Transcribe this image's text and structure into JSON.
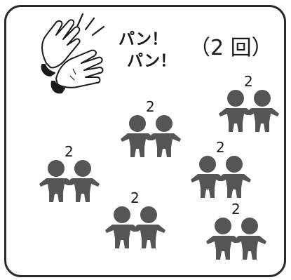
{
  "header": {
    "sound_line_1": "パン！",
    "sound_line_2": "パン！",
    "count": "（2 回）"
  },
  "pairs": [
    {
      "number": "2"
    },
    {
      "number": "2"
    },
    {
      "number": "2"
    },
    {
      "number": "2"
    },
    {
      "number": "2"
    },
    {
      "number": "2"
    }
  ],
  "icons": {
    "clap": "clapping-hands-icon",
    "pair": "two-people-holding-hands-icon"
  },
  "colors": {
    "figure": "#555555",
    "border": "#2a2a2a"
  }
}
